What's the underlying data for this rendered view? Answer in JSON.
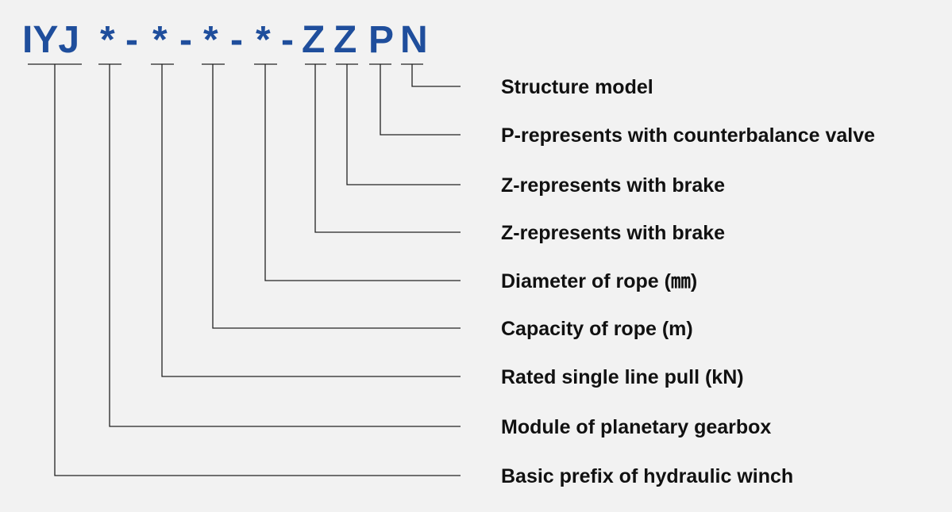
{
  "code_segments": [
    {
      "id": "prefix",
      "text": "IYJ"
    },
    {
      "id": "sep1",
      "text": "*"
    },
    {
      "id": "dash1",
      "text": "-"
    },
    {
      "id": "sep2",
      "text": "*"
    },
    {
      "id": "dash2",
      "text": "-"
    },
    {
      "id": "sep3",
      "text": "*"
    },
    {
      "id": "dash3",
      "text": "-"
    },
    {
      "id": "sep4",
      "text": "*"
    },
    {
      "id": "dash4",
      "text": "-"
    },
    {
      "id": "z1",
      "text": "Z"
    },
    {
      "id": "z2",
      "text": "Z"
    },
    {
      "id": "p",
      "text": "P"
    },
    {
      "id": "n",
      "text": "N"
    }
  ],
  "descriptions": [
    {
      "segment": "n",
      "label": "Structure model"
    },
    {
      "segment": "p",
      "label": "P-represents with counterbalance valve"
    },
    {
      "segment": "z2",
      "label": "Z-represents with brake"
    },
    {
      "segment": "z1",
      "label": "Z-represents with brake"
    },
    {
      "segment": "sep4",
      "label": "Diameter of rope (㎜)"
    },
    {
      "segment": "sep3",
      "label": "Capacity of rope (m)"
    },
    {
      "segment": "sep2",
      "label": "Rated single line pull (kN)"
    },
    {
      "segment": "sep1",
      "label": "Module of planetary gearbox"
    },
    {
      "segment": "prefix",
      "label": "Basic prefix of hydraulic winch"
    }
  ],
  "colors": {
    "background": "#f2f2f2",
    "code_text": "#1f4e9c",
    "label_text": "#111111",
    "lines": "#222222"
  }
}
